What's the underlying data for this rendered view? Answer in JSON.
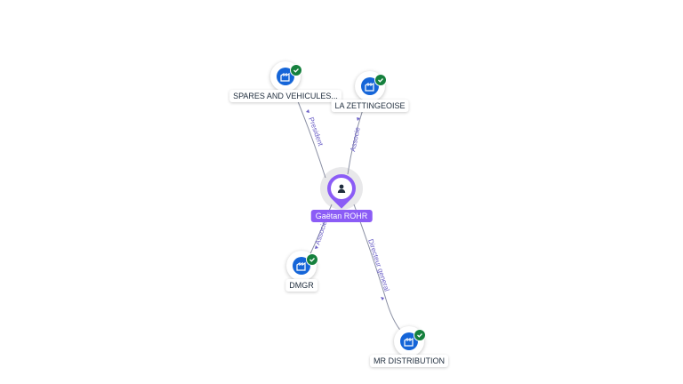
{
  "center_person": {
    "name": "Gaëtan ROHR",
    "icon": "person-icon",
    "color": "#8b5cf6"
  },
  "companies": [
    {
      "id": "spares",
      "label": "SPARES AND VEHICULES...",
      "icon": "building-icon",
      "verified": true
    },
    {
      "id": "zettingeoise",
      "label": "LA ZETTINGEOISE",
      "icon": "building-icon",
      "verified": true
    },
    {
      "id": "dmgr",
      "label": "DMGR",
      "icon": "building-icon",
      "verified": true
    },
    {
      "id": "mrdist",
      "label": "MR DISTRIBUTION",
      "icon": "building-icon",
      "verified": true
    }
  ],
  "relations": [
    {
      "to": "spares",
      "label": "President"
    },
    {
      "to": "zettingeoise",
      "label": "Associe"
    },
    {
      "to": "dmgr",
      "label": "Associe"
    },
    {
      "to": "mrdist",
      "label": "Directeur general"
    }
  ],
  "colors": {
    "company_icon": "#1565d8",
    "verified_badge": "#15803d",
    "edge": "#8a8fa3",
    "edge_label": "#6b5fc7"
  }
}
